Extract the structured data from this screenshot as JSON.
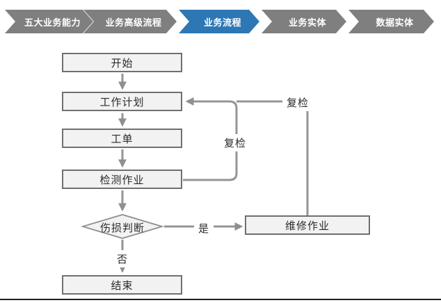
{
  "breadcrumb": {
    "items": [
      {
        "label": "五大业务能力",
        "active": false
      },
      {
        "label": "业务高级流程",
        "active": false
      },
      {
        "label": "业务流程",
        "active": true
      },
      {
        "label": "业务实体",
        "active": false
      },
      {
        "label": "数据实体",
        "active": false
      }
    ]
  },
  "flowchart": {
    "nodes": {
      "start": "开始",
      "work_plan": "工作计划",
      "work_order": "工单",
      "inspection": "检测作业",
      "damage_decision": "伤损判断",
      "repair": "维修作业",
      "end": "结束"
    },
    "edge_labels": {
      "recheck_outer": "复检",
      "recheck_inner": "复检",
      "yes": "是",
      "no": "否"
    }
  },
  "colors": {
    "chevron_gray": "#7f7f7f",
    "chevron_active_blue": "#2e77b5",
    "node_fill": "#f2f2f2",
    "node_border": "#6f6f6f",
    "connector_gray": "#949494"
  }
}
